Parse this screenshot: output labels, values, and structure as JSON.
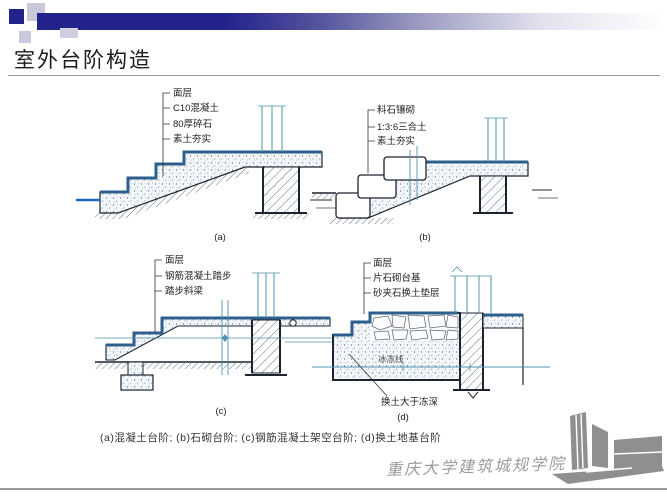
{
  "slide": {
    "title": "室外台阶构造",
    "figure_caption": "(a)混凝土台阶; (b)石砌台阶; (c)钢筋混凝土架空台阶; (d)换土地基台阶",
    "watermark_text": "重庆大学建筑城规学院"
  },
  "diagrams": {
    "a": {
      "caption": "(a)",
      "labels": [
        "面层",
        "C10混凝土",
        "80厚碎石",
        "素土夯实"
      ]
    },
    "b": {
      "caption": "(b)",
      "labels": [
        "料石镶砌",
        "1:3:6三合土",
        "素土夯实"
      ]
    },
    "c": {
      "caption": "(c)",
      "labels": [
        "面层",
        "钢筋混凝土踏步",
        "踏步斜梁"
      ]
    },
    "d": {
      "caption": "(d)",
      "labels": [
        "面层",
        "片石砌台基",
        "砂夹石换土垫层"
      ],
      "frost_line_label": "冰冻线",
      "note": "换土大于冻深"
    }
  },
  "colors": {
    "accent_navy": "#22228c",
    "outline_dark": "#1c2430",
    "dimension_teal": "#4e93ad",
    "surface_band_blue": "#2e5f8c",
    "water_line_blue": "#1f64c8",
    "watermark_gray": "#9c9c9c"
  }
}
